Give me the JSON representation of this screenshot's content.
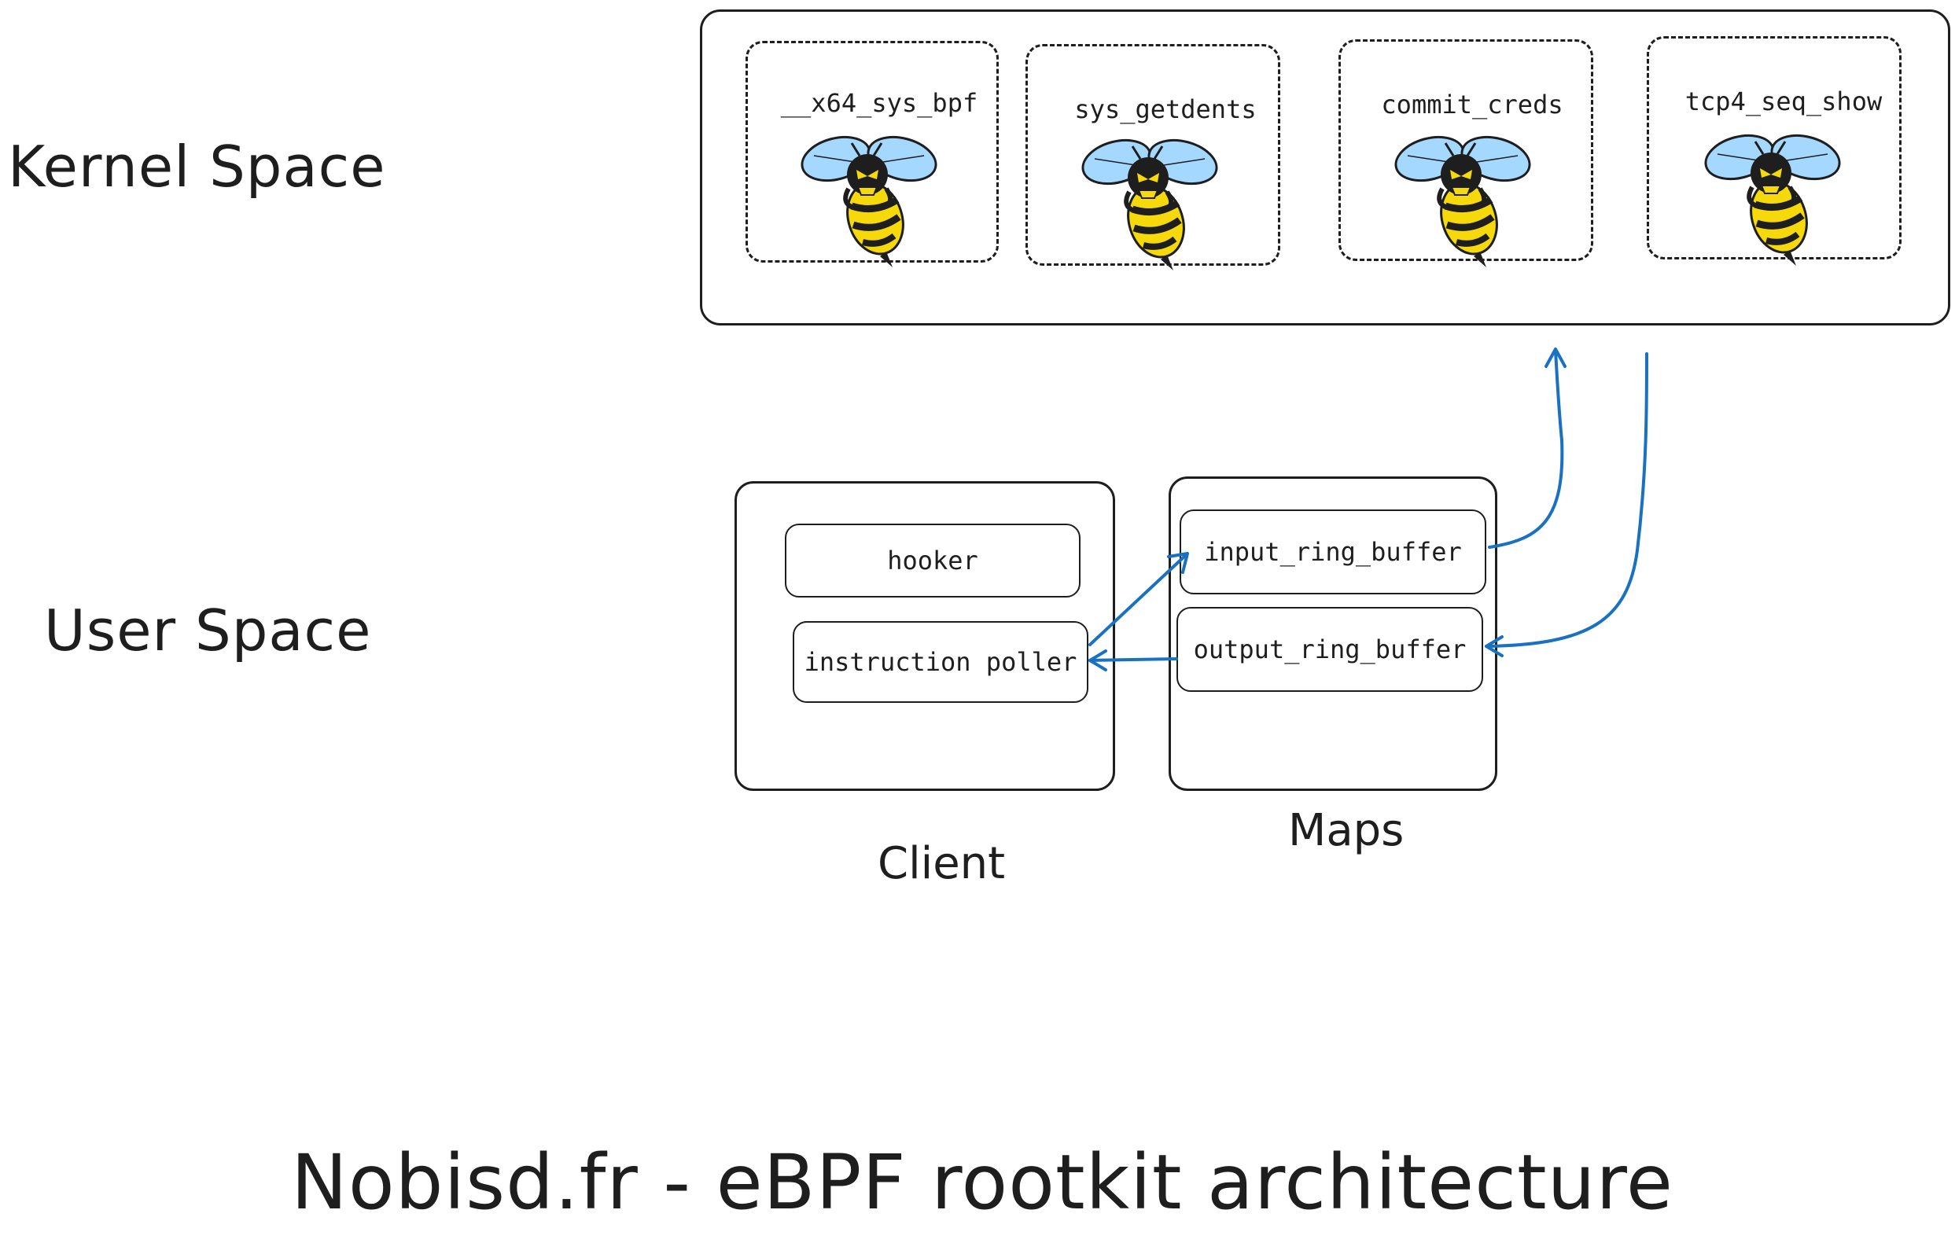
{
  "spaces": {
    "kernel": "Kernel Space",
    "user": "User Space"
  },
  "kernel_hooks": [
    {
      "name": "__x64_sys_bpf",
      "icon": "wasp-icon"
    },
    {
      "name": "sys_getdents",
      "icon": "wasp-icon"
    },
    {
      "name": "commit_creds",
      "icon": "wasp-icon"
    },
    {
      "name": "tcp4_seq_show",
      "icon": "wasp-icon"
    }
  ],
  "client": {
    "label": "Client",
    "items": [
      "hooker",
      "instruction poller"
    ]
  },
  "maps": {
    "label": "Maps",
    "items": [
      "input_ring_buffer",
      "output_ring_buffer"
    ]
  },
  "footer": "Nobisd.fr - eBPF rootkit architecture",
  "colors": {
    "stroke": "#1e1e1e",
    "arrow": "#1971c2",
    "wasp_body": "#f5d90a",
    "wasp_wing": "#a5d8ff"
  }
}
